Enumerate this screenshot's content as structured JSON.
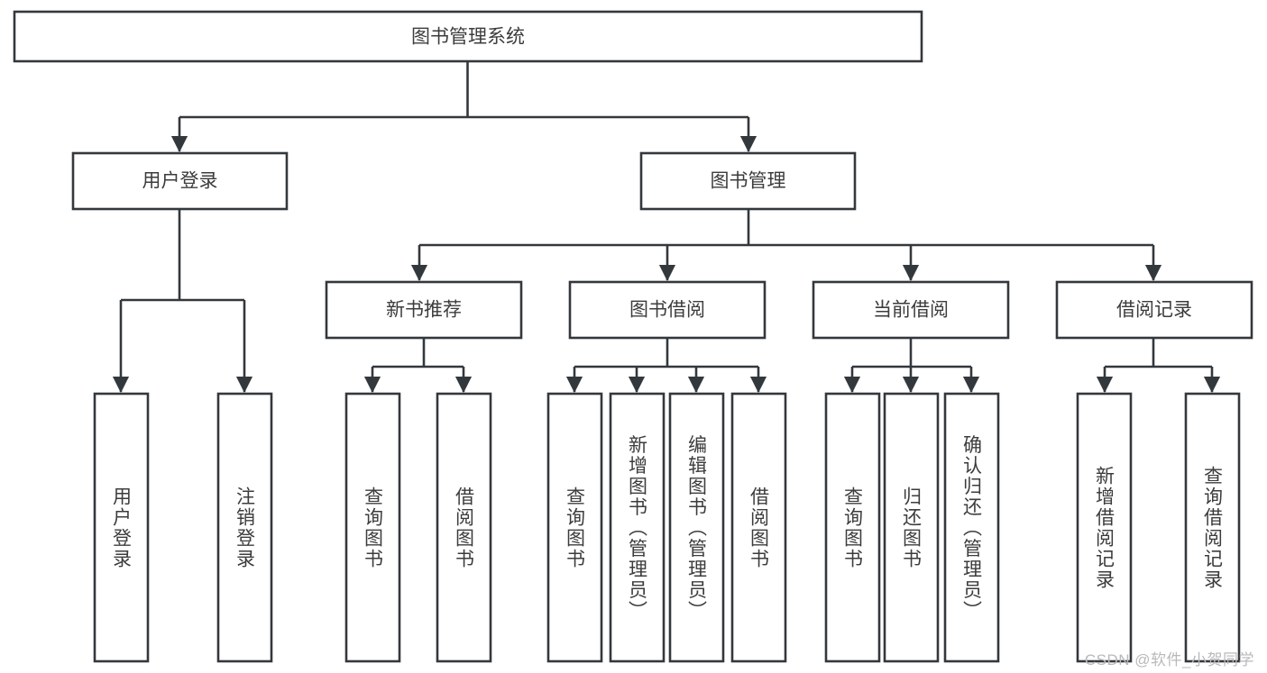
{
  "diagram": {
    "type": "hierarchy-tree",
    "title": "图书管理系统",
    "orientation": "top-down",
    "levels": 4,
    "root": {
      "id": "root",
      "label": "图书管理系统",
      "text_direction": "horizontal"
    },
    "level2": [
      {
        "id": "user-login",
        "label": "用户登录",
        "text_direction": "horizontal"
      },
      {
        "id": "book-manage",
        "label": "图书管理",
        "text_direction": "horizontal"
      }
    ],
    "level3": [
      {
        "id": "new-book-rec",
        "label": "新书推荐",
        "parent": "book-manage",
        "text_direction": "horizontal"
      },
      {
        "id": "book-borrow",
        "label": "图书借阅",
        "parent": "book-manage",
        "text_direction": "horizontal"
      },
      {
        "id": "current-borrow",
        "label": "当前借阅",
        "parent": "book-manage",
        "text_direction": "horizontal"
      },
      {
        "id": "borrow-record",
        "label": "借阅记录",
        "parent": "book-manage",
        "text_direction": "horizontal"
      }
    ],
    "leaves": [
      {
        "id": "leaf-user-login",
        "label": "用户登录",
        "parent": "user-login",
        "text_direction": "vertical"
      },
      {
        "id": "leaf-logout-login",
        "label": "注销登录",
        "parent": "user-login",
        "text_direction": "vertical"
      },
      {
        "id": "leaf-query-book-1",
        "label": "查询图书",
        "parent": "new-book-rec",
        "text_direction": "vertical"
      },
      {
        "id": "leaf-borrow-book-1",
        "label": "借阅图书",
        "parent": "new-book-rec",
        "text_direction": "vertical"
      },
      {
        "id": "leaf-query-book-2",
        "label": "查询图书",
        "parent": "book-borrow",
        "text_direction": "vertical"
      },
      {
        "id": "leaf-add-book",
        "label": "新增图书（管理员）",
        "parent": "book-borrow",
        "text_direction": "vertical"
      },
      {
        "id": "leaf-edit-book",
        "label": "编辑图书（管理员）",
        "parent": "book-borrow",
        "text_direction": "vertical"
      },
      {
        "id": "leaf-borrow-book-2",
        "label": "借阅图书",
        "parent": "book-borrow",
        "text_direction": "vertical"
      },
      {
        "id": "leaf-query-book-3",
        "label": "查询图书",
        "parent": "current-borrow",
        "text_direction": "vertical"
      },
      {
        "id": "leaf-return-book",
        "label": "归还图书",
        "parent": "current-borrow",
        "text_direction": "vertical"
      },
      {
        "id": "leaf-confirm-return",
        "label": "确认归还（管理员）",
        "parent": "current-borrow",
        "text_direction": "vertical"
      },
      {
        "id": "leaf-add-record",
        "label": "新增借阅记录",
        "parent": "borrow-record",
        "text_direction": "vertical"
      },
      {
        "id": "leaf-query-record",
        "label": "查询借阅记录",
        "parent": "borrow-record",
        "text_direction": "vertical"
      }
    ]
  },
  "watermark": {
    "text": "CSDN @软件_小贺同学"
  },
  "colors": {
    "stroke": "#33383d",
    "box_fill": "#ffffff",
    "text": "#3c3c3c",
    "background": "#ffffff",
    "watermark": "#b9b9b9"
  }
}
